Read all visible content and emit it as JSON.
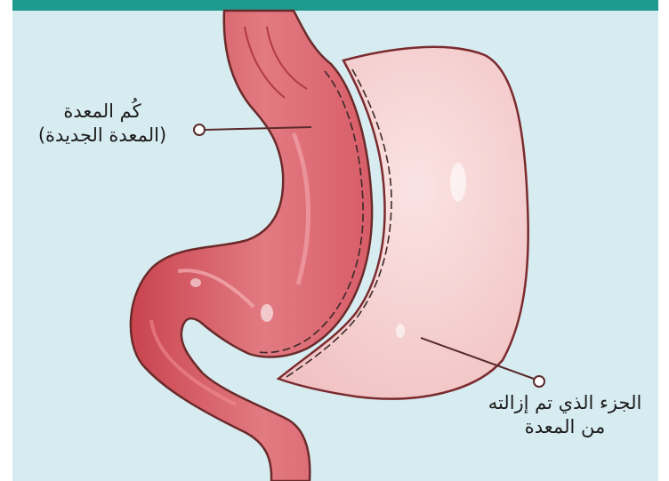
{
  "colors": {
    "background": "#d7ecf1",
    "top_bar": "#1f9a8f",
    "sleeve_stomach": "#de6f78",
    "removed_part": "#f6cfcf",
    "outline": "#6b2a2a",
    "leader_line": "#5a2a2a"
  },
  "labels": {
    "sleeve": {
      "line1": "كُم المعدة",
      "line2": "(المعدة الجديدة)"
    },
    "removed": {
      "line1": "الجزء الذي تم إزالته",
      "line2": "من المعدة"
    }
  }
}
